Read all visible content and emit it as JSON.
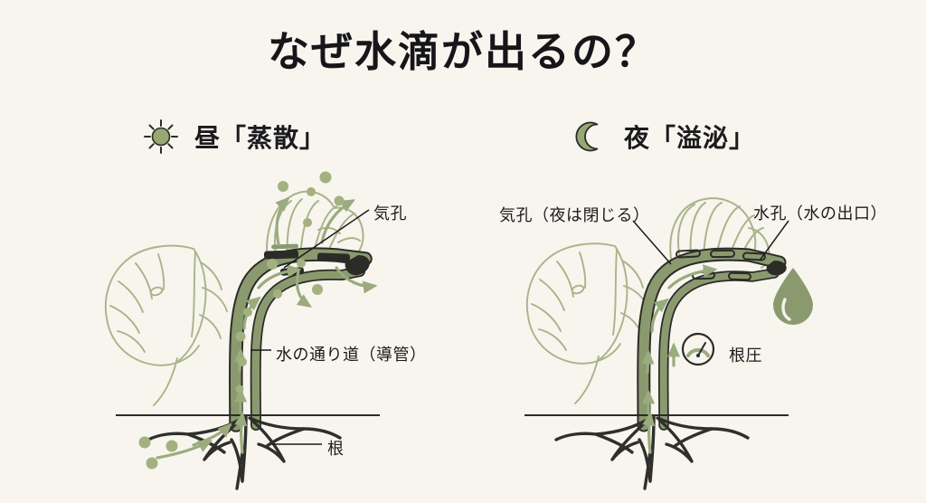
{
  "title": "なぜ水滴が出るの？",
  "background_color": "#f7f5ee",
  "colors": {
    "ink": "#1b1b1e",
    "stem_fill": "#8a9a6e",
    "stem_outline": "#2b2b28",
    "arrow_green": "#9aab7e",
    "leaf_line": "#a8b489",
    "droplet": "#8a9a6e",
    "root_dark": "#2f2f2c",
    "soil_line": "#2b2b28"
  },
  "panels": {
    "left": {
      "icon": "sun-icon",
      "heading": "昼「蒸散」",
      "labels": {
        "stomata": "気孔",
        "vessel": "水の通り道（導管）",
        "root": "根"
      }
    },
    "right": {
      "icon": "moon-icon",
      "heading": "夜「溢泌」",
      "labels": {
        "stomata": "気孔（夜は閉じる）",
        "hydathode": "水孔（水の出口）",
        "root_pressure": "根圧"
      },
      "gauge_icon": "gauge-icon",
      "droplet_icon": "water-droplet-icon"
    }
  }
}
